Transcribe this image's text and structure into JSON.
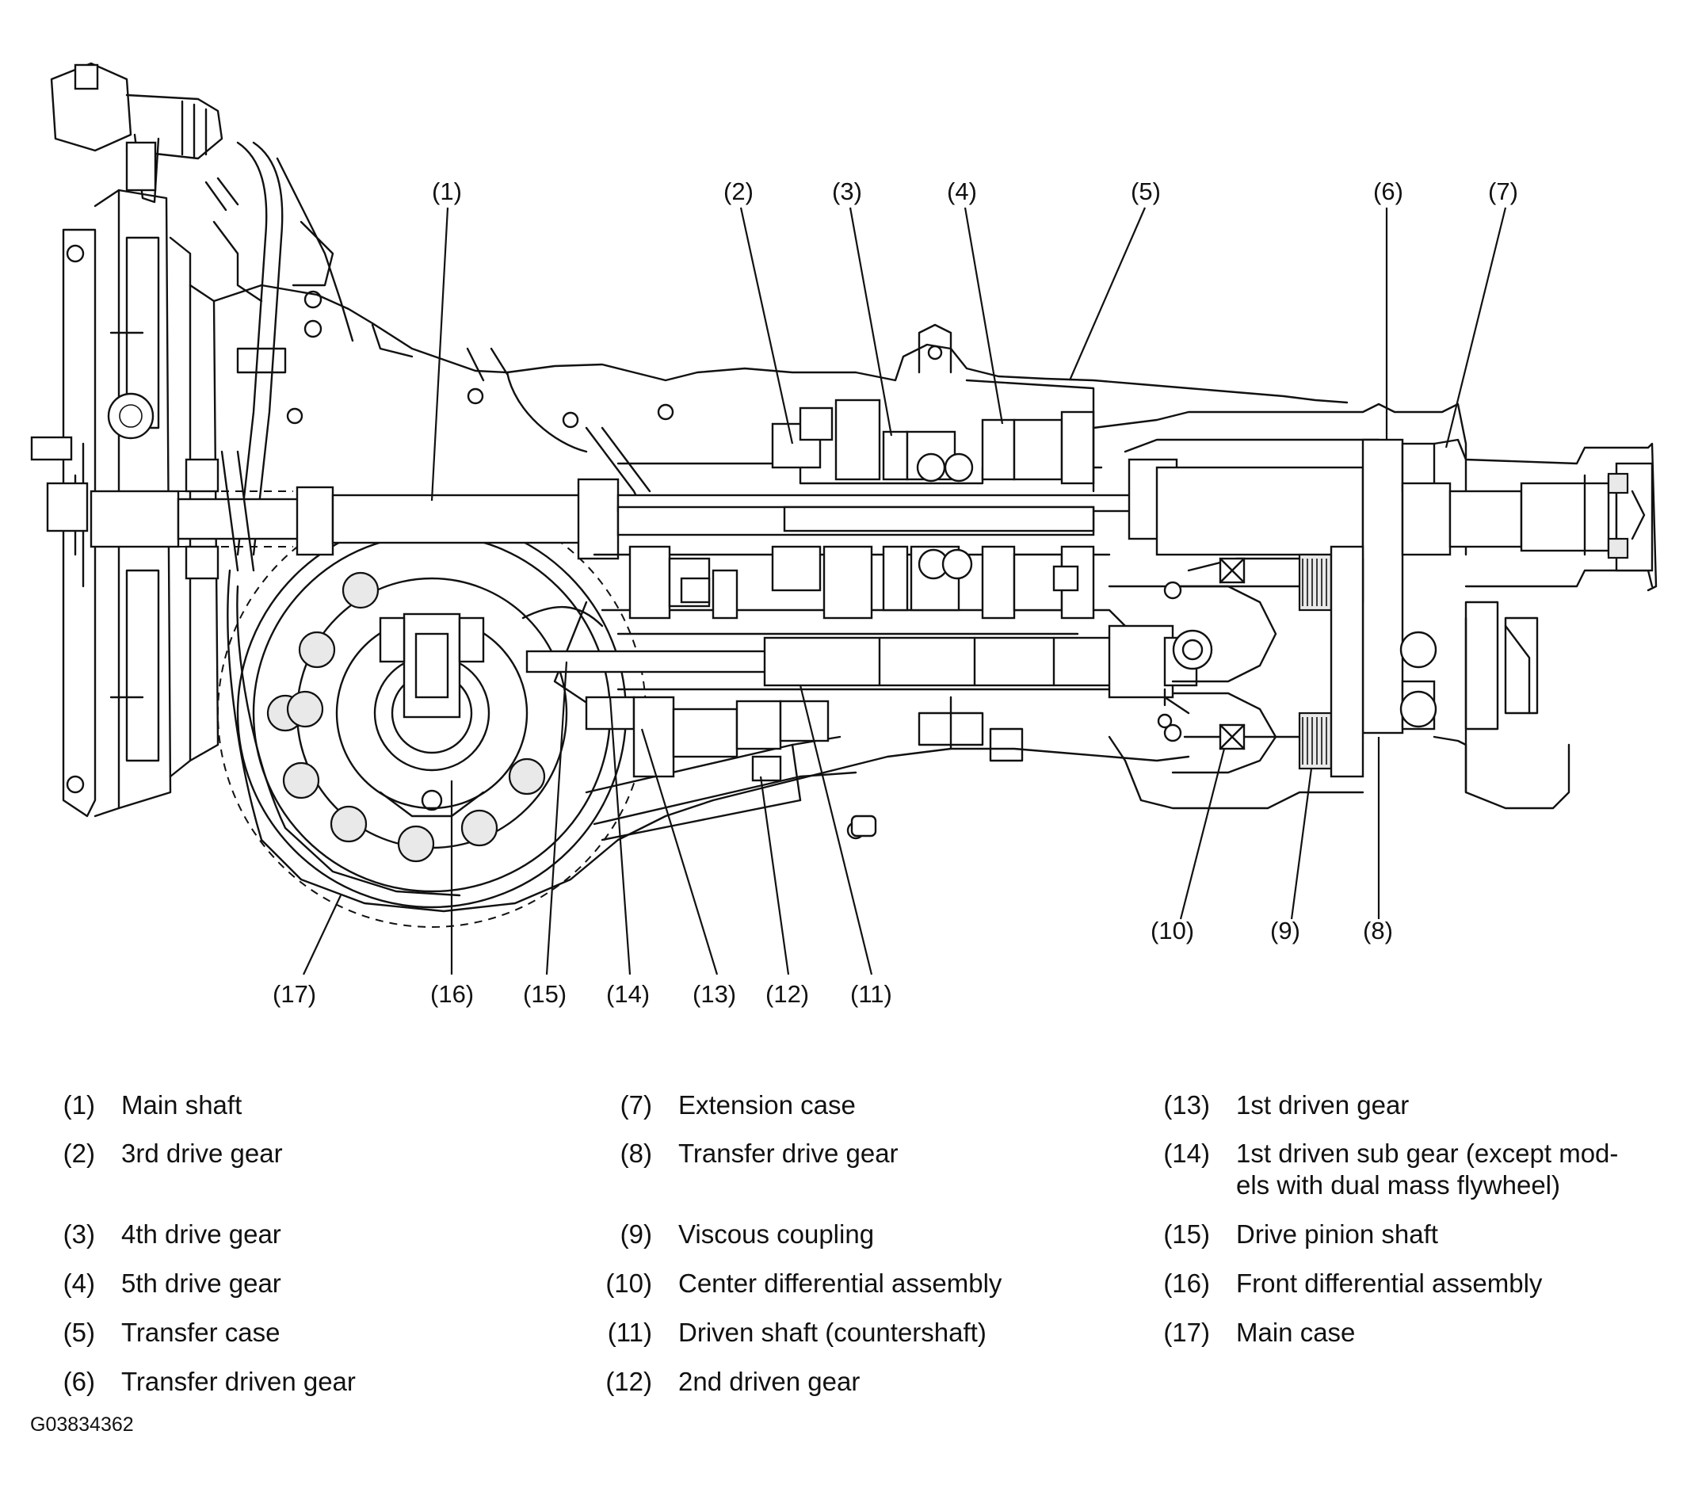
{
  "callouts": {
    "c1": "(1)",
    "c2": "(2)",
    "c3": "(3)",
    "c4": "(4)",
    "c5": "(5)",
    "c6": "(6)",
    "c7": "(7)",
    "c8": "(8)",
    "c9": "(9)",
    "c10": "(10)",
    "c11": "(11)",
    "c12": "(12)",
    "c13": "(13)",
    "c14": "(14)",
    "c15": "(15)",
    "c16": "(16)",
    "c17": "(17)"
  },
  "legend": [
    {
      "num": "(1)",
      "text": "Main shaft"
    },
    {
      "num": "(2)",
      "text": "3rd drive gear"
    },
    {
      "num": "(3)",
      "text": "4th drive gear"
    },
    {
      "num": "(4)",
      "text": "5th drive gear"
    },
    {
      "num": "(5)",
      "text": "Transfer case"
    },
    {
      "num": "(6)",
      "text": "Transfer driven gear"
    },
    {
      "num": "(7)",
      "text": "Extension case"
    },
    {
      "num": "(8)",
      "text": "Transfer drive gear"
    },
    {
      "num": "(9)",
      "text": "Viscous coupling"
    },
    {
      "num": "(10)",
      "text": "Center differential assembly"
    },
    {
      "num": "(11)",
      "text": "Driven shaft  (countershaft)"
    },
    {
      "num": "(12)",
      "text": "2nd driven gear"
    },
    {
      "num": "(13)",
      "text": "1st driven gear"
    },
    {
      "num": "(14)",
      "text": "1st driven sub gear (except mod-",
      "text2": "els with dual mass flywheel)"
    },
    {
      "num": "(15)",
      "text": "Drive pinion shaft"
    },
    {
      "num": "(16)",
      "text": "Front differential assembly"
    },
    {
      "num": "(17)",
      "text": "Main case"
    }
  ],
  "image_code": "G03834362"
}
